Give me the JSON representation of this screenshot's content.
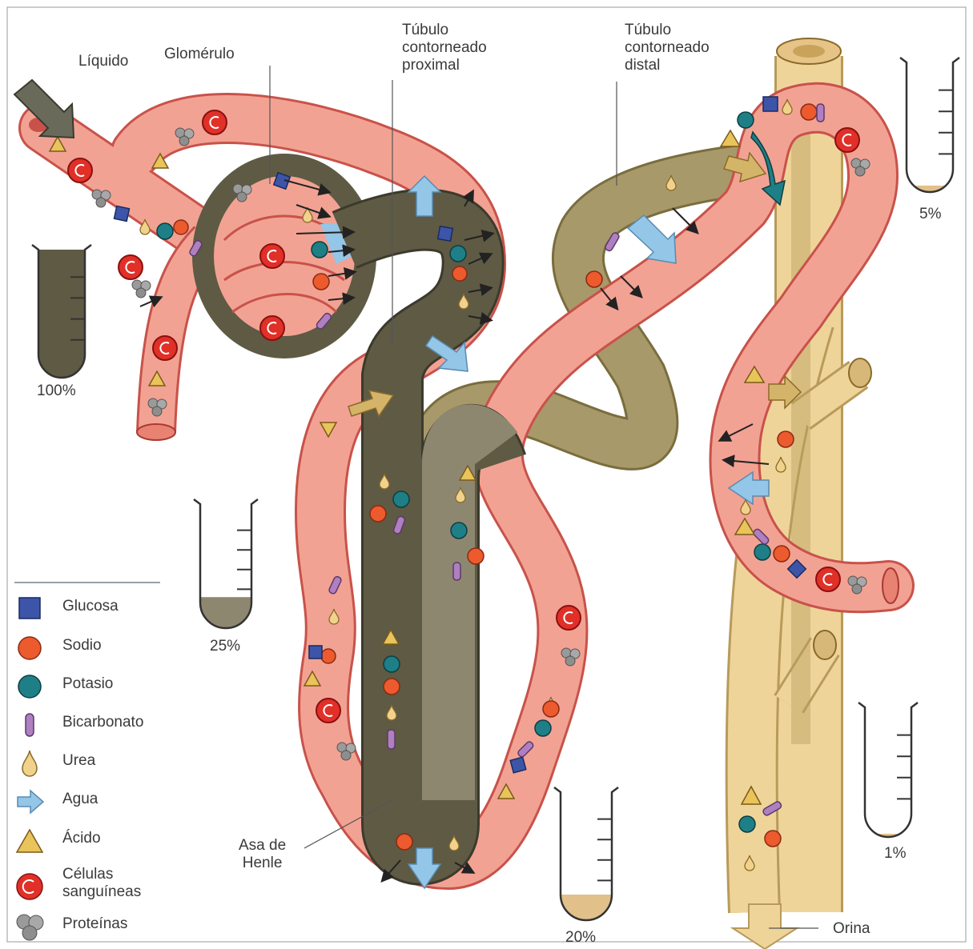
{
  "labels": {
    "liquido": "Líquido",
    "glomerulo": "Glomérulo",
    "tubulo_proximal": [
      "Túbulo",
      "contorneado",
      "proximal"
    ],
    "tubulo_distal": [
      "Túbulo",
      "contorneado",
      "distal"
    ],
    "asa_henle": [
      "Asa de",
      "Henle"
    ],
    "orina": "Orina"
  },
  "tubes": [
    {
      "pct": "100%",
      "fill": 1.0,
      "color": "#5e5a44"
    },
    {
      "pct": "25%",
      "fill": 0.25,
      "color": "#8e8770"
    },
    {
      "pct": "20%",
      "fill": 0.2,
      "color": "#e2c08a"
    },
    {
      "pct": "5%",
      "fill": 0.05,
      "color": "#e2c08a"
    },
    {
      "pct": "1%",
      "fill": 0.01,
      "color": "#e2c08a"
    }
  ],
  "legend": [
    {
      "icon": "glucose-square-icon",
      "label": "Glucosa"
    },
    {
      "icon": "sodium-circle-icon",
      "label": "Sodio"
    },
    {
      "icon": "potassium-circle-icon",
      "label": "Potasio"
    },
    {
      "icon": "bicarbonate-capsule-icon",
      "label": "Bicarbonato"
    },
    {
      "icon": "urea-drop-icon",
      "label": "Urea"
    },
    {
      "icon": "water-arrow-icon",
      "label": "Agua"
    },
    {
      "icon": "acid-triangle-icon",
      "label": "Ácido"
    },
    {
      "icon": "blood-cell-icon",
      "label": "Células\nsanguíneas"
    },
    {
      "icon": "protein-cluster-icon",
      "label": "Proteínas"
    }
  ],
  "colors": {
    "blood_vessel": "#f2a293",
    "vessel_edge": "#c8524a",
    "proximal_tubule": "#5e5a44",
    "distal_tubule": "#a8996a",
    "collecting_duct": "#efd49a",
    "glucose": "#3d55a8",
    "sodium": "#ec5a2e",
    "potassium": "#1f7f86",
    "bicarbonate": "#b07fbf",
    "urea": "#f1d28a",
    "water": "#94c6e8",
    "acid": "#e8c45a",
    "blood_cell": "#e03028",
    "protein": "#9a9a9a"
  }
}
